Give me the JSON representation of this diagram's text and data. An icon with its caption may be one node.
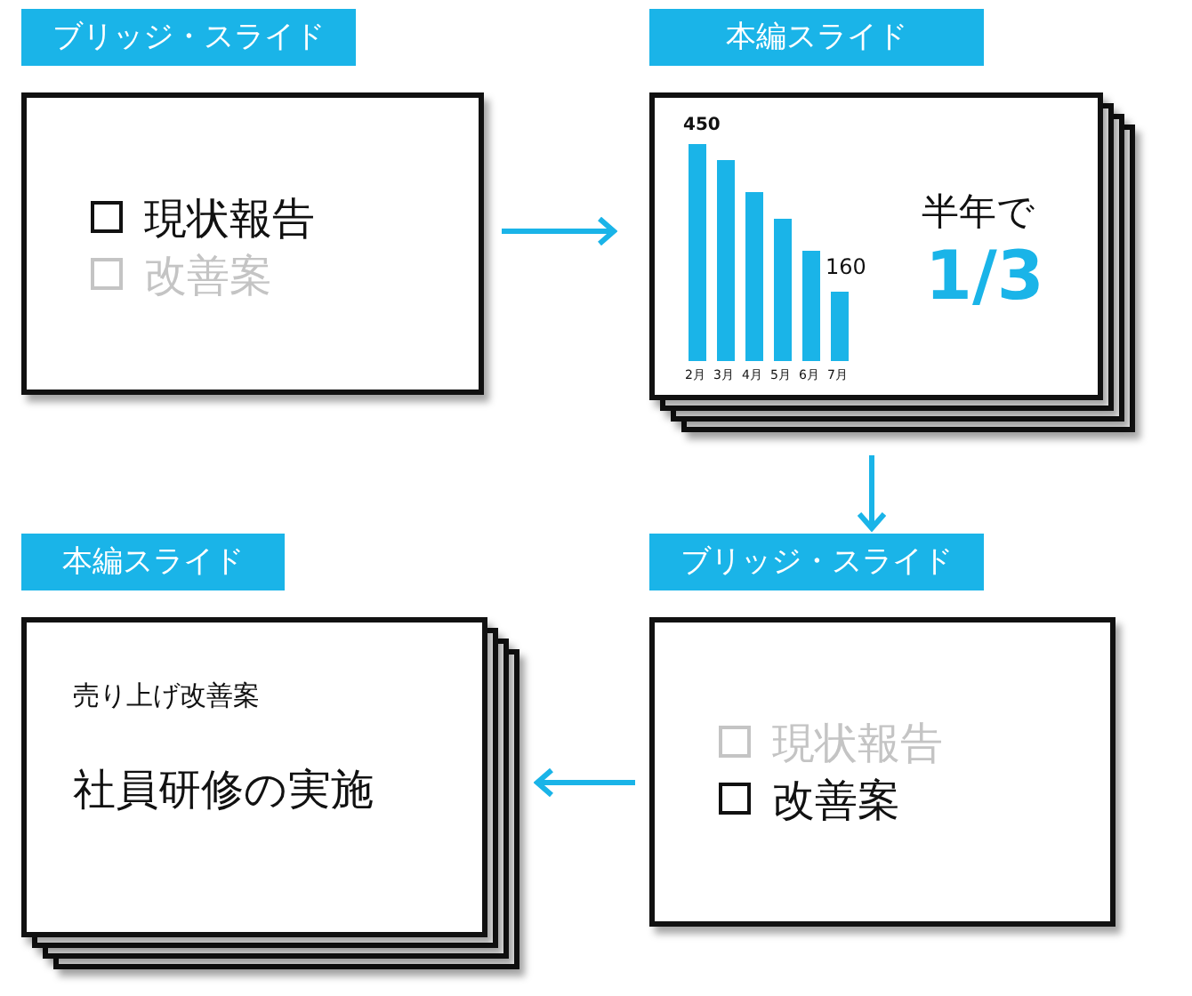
{
  "diagram": {
    "nodes": [
      {
        "text": [
          "ブリッジ・スライド",
          "現状報告",
          "改善案"
        ]
      },
      {
        "text": [
          "本編スライド",
          "450",
          "160",
          "2月",
          "3月",
          "4月",
          "5月",
          "6月",
          "7月",
          "半年で",
          "1/3"
        ]
      },
      {
        "text": [
          "本編スライド",
          "売り上げ改善案",
          "社員研修の実施"
        ]
      },
      {
        "text": [
          "ブリッジ・スライド",
          "現状報告",
          "改善案"
        ]
      }
    ],
    "edges": [
      {
        "from": 0,
        "to": 1,
        "arrow": "to"
      },
      {
        "from": 1,
        "to": 3,
        "arrow": "to"
      },
      {
        "from": 3,
        "to": 2,
        "arrow": "to"
      }
    ]
  }
}
